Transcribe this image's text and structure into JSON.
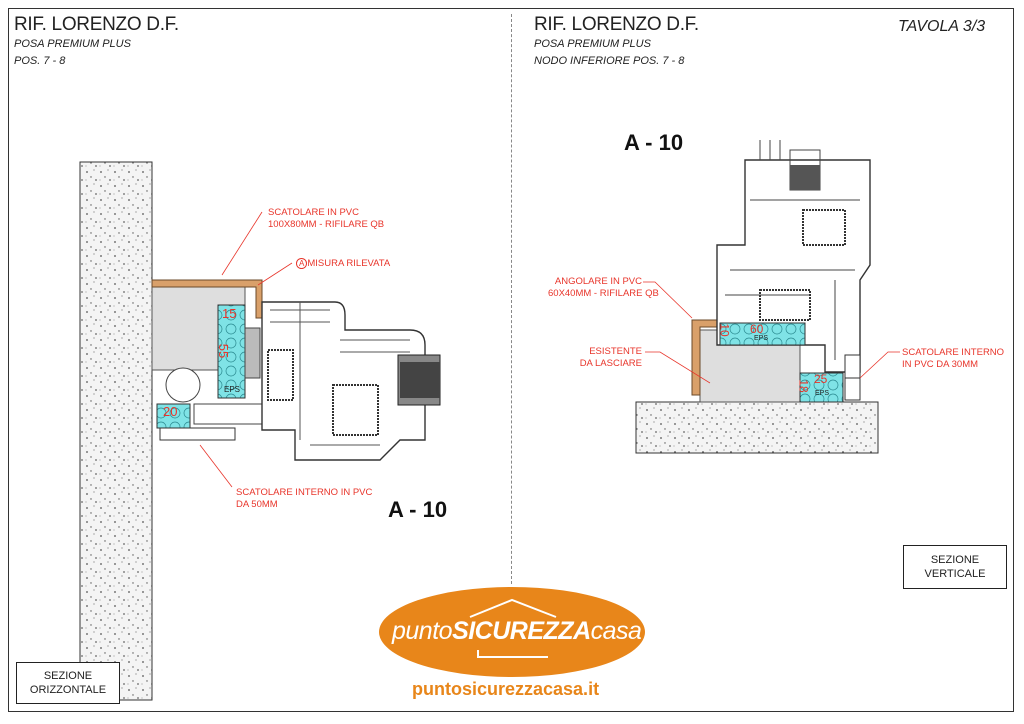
{
  "left": {
    "title": "RIF. LORENZO D.F.",
    "subtitle": "POSA PREMIUM PLUS",
    "position": "POS. 7 - 8",
    "section_code": "A - 10",
    "labels": {
      "scatolare_1": "SCATOLARE IN PVC",
      "scatolare_2": "100X80MM - RIFILARE QB",
      "misura": "MISURA RILEVATA",
      "misura_symbol": "A",
      "interno_1": "SCATOLARE INTERNO IN PVC",
      "interno_2": "DA 50MM"
    },
    "dimensions": {
      "d1": "15",
      "d2": "55",
      "d3": "20",
      "eps": "EPS"
    },
    "section_box": [
      "SEZIONE",
      "ORIZZONTALE"
    ]
  },
  "right": {
    "title": "RIF. LORENZO D.F.",
    "subtitle": "POSA PREMIUM PLUS",
    "position": "NODO INFERIORE POS. 7 - 8",
    "sheet": "TAVOLA 3/3",
    "section_code": "A - 10",
    "labels": {
      "angolare_1": "ANGOLARE IN PVC",
      "angolare_2": "60X40MM - RIFILARE QB",
      "esistente_1": "ESISTENTE",
      "esistente_2": "DA LASCIARE",
      "interno_1": "SCATOLARE INTERNO",
      "interno_2": "IN PVC DA 30MM"
    },
    "dimensions": {
      "d1": "10",
      "d2": "60",
      "d3": "25",
      "d4": "18",
      "eps": "EPS"
    },
    "section_box": [
      "SEZIONE",
      "VERTICALE"
    ]
  },
  "logo": {
    "brand_light_1": "punto",
    "brand_bold": "SICUREZZA",
    "brand_light_2": "casa",
    "url": "puntosicurezzacasa.it",
    "color": "#e8861a"
  },
  "colors": {
    "label_red": "#e8352b",
    "eps_cyan": "#7fe3e6",
    "pvc_orange": "#d9a06a"
  }
}
